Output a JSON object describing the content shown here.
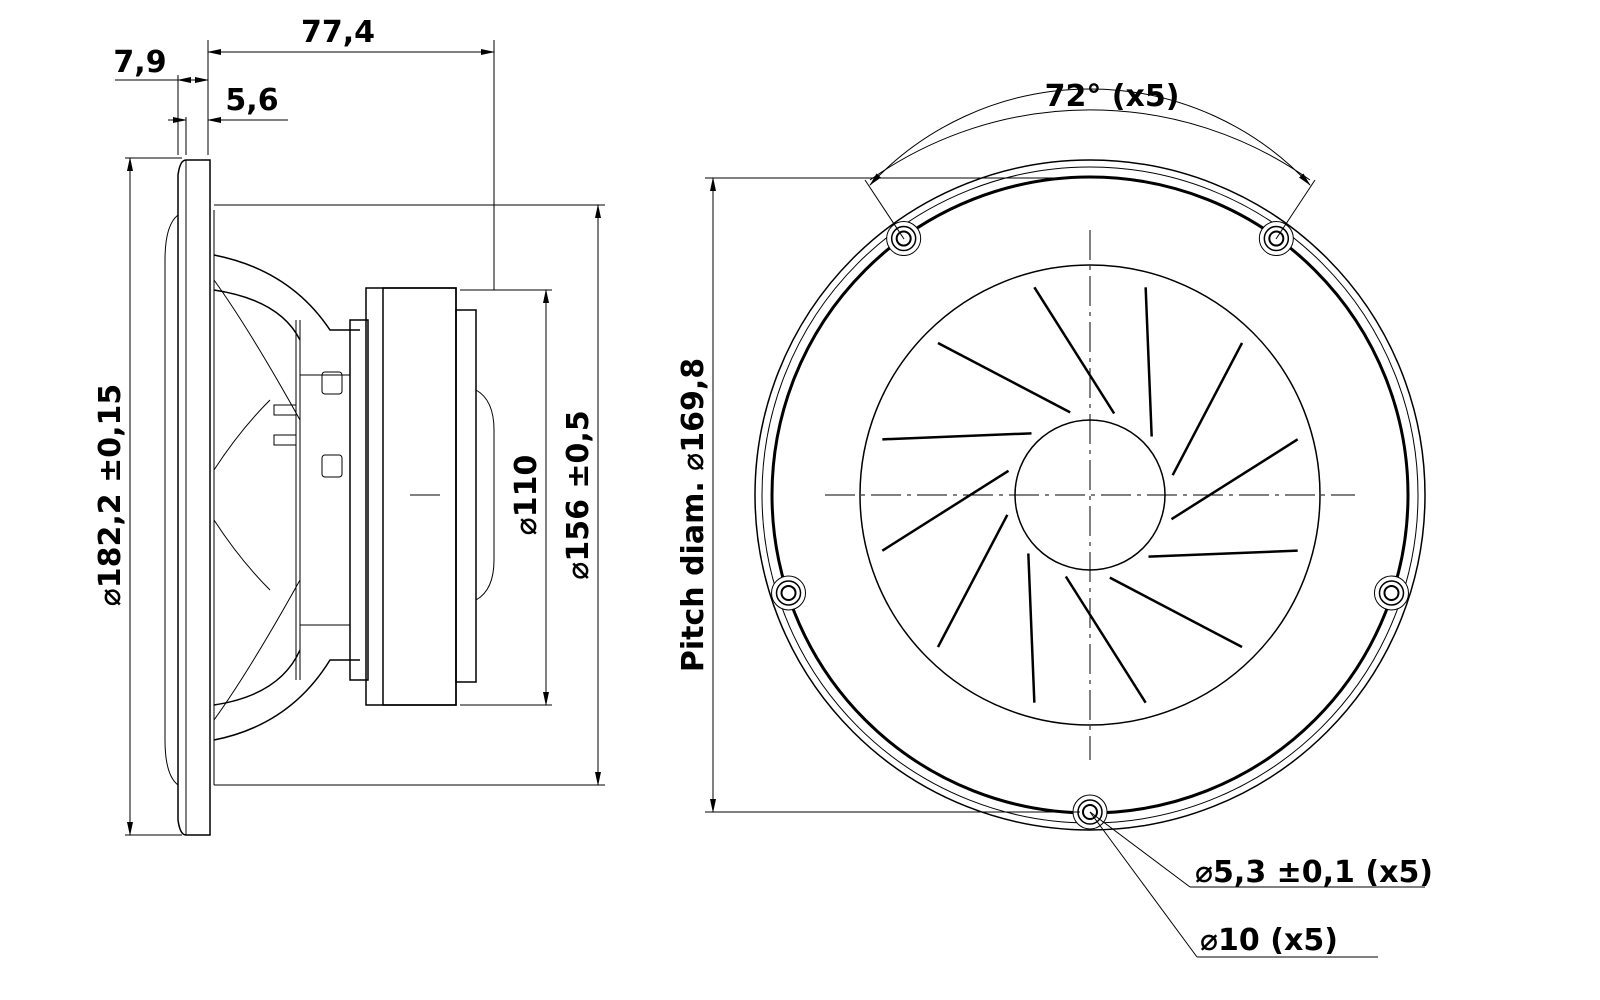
{
  "side_view": {
    "depth_total": "77,4",
    "flange_thickness": "7,9",
    "flange_plate": "5,6",
    "outer_diameter": "⌀182,2 ±0,15",
    "magnet_diameter": "⌀110",
    "basket_diameter": "⌀156 ±0,5"
  },
  "front_view": {
    "hole_angle": "72° (x5)",
    "pitch_diameter": "Pitch diam. ⌀169,8",
    "hole_diameter": "⌀5,3 ±0,1 (x5)",
    "counterbore_diameter": "⌀10 (x5)",
    "mounting_hole_count": 5,
    "cone_rib_count": 12
  },
  "colors": {
    "line": "#000000",
    "background": "#ffffff"
  }
}
